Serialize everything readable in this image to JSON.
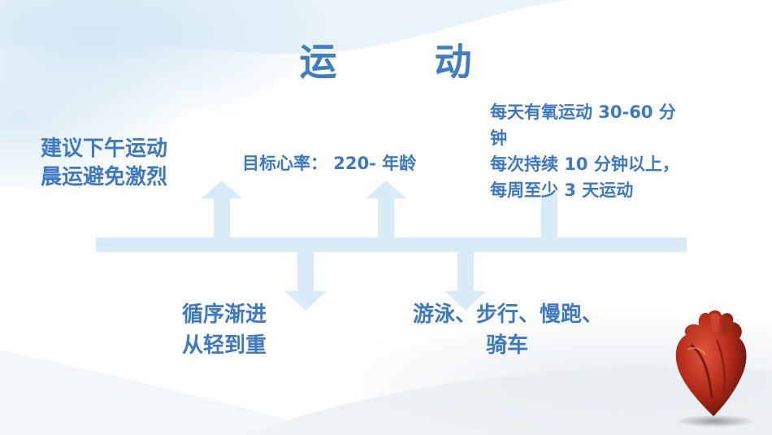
{
  "title": "运       动",
  "left_note": {
    "line1": "建议下午运动",
    "line2": "晨运避免激烈"
  },
  "middle_note": "目标心率： 220- 年龄",
  "right_note": {
    "line1": "每天有氧运动 30-60 分",
    "line2": "钟",
    "line3": "每次持续 10 分钟以上，",
    "line4": "每周至少 3 天运动"
  },
  "bottom_left_note": {
    "line1": "循序渐进",
    "line2": "从轻到重"
  },
  "bottom_right_note": {
    "line1": "游泳、步行、慢跑、",
    "line2": "骑车"
  },
  "colors": {
    "text": "#3c78c4",
    "timeline": "#d9ebf6"
  }
}
